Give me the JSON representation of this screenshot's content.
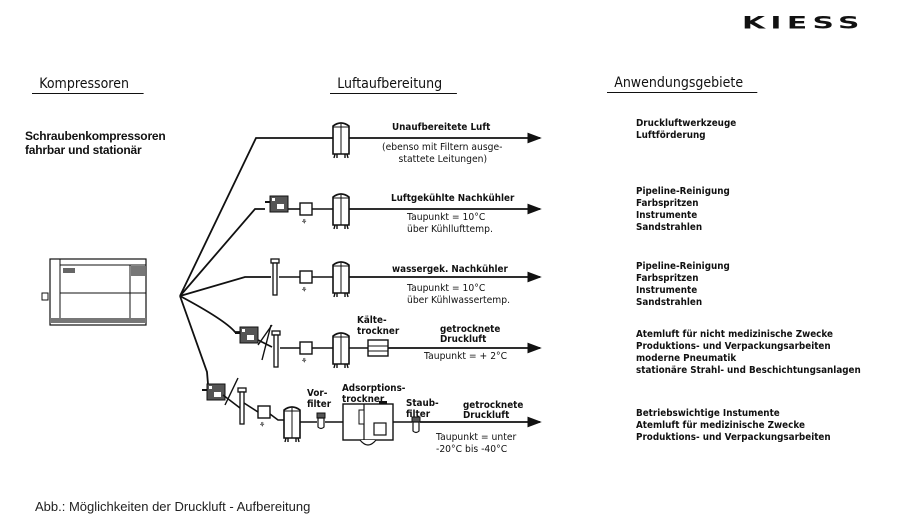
{
  "logo": "KIESS",
  "headings": {
    "compressors": "Kompressoren",
    "air_treatment": "Luftaufbereitung",
    "applications": "Anwendungsgebiete"
  },
  "compressor_subtitle": [
    "Schraubenkompressoren",
    "fahrbar und stationär"
  ],
  "lines": [
    {
      "title": "Unaufbereitete Luft",
      "notes": [
        "(ebenso mit Filtern ausge-",
        "stattete Leitungen)"
      ],
      "applications": [
        "Druckluftwerkzeuge",
        "Luftförderung"
      ]
    },
    {
      "title": "Luftgekühlte Nachkühler",
      "notes": [
        "Taupunkt  =  10°C",
        "über  Kühllufttemp."
      ],
      "applications": [
        "Pipeline-Reinigung",
        "Farbspritzen",
        "Instrumente",
        "Sandstrahlen"
      ]
    },
    {
      "title": "wassergek.  Nachkühler",
      "notes": [
        "Taupunkt  =  10°C",
        "über  Kühlwassertemp."
      ],
      "applications": [
        "Pipeline-Reinigung",
        "Farbspritzen",
        "Instrumente",
        "Sandstrahlen"
      ]
    },
    {
      "title": [
        "getrocknete",
        "Druckluft"
      ],
      "component_label": [
        "Kälte-",
        "trockner"
      ],
      "notes": [
        "Taupunkt  =  +  2°C"
      ],
      "applications": [
        "Atemluft  für  nicht  medizinische  Zwecke",
        "Produktions-  und  Verpackungsarbeiten",
        "moderne  Pneumatik",
        "stationäre  Strahl-  und  Beschichtungsanlagen"
      ]
    },
    {
      "title": [
        "getrocknete",
        "Druckluft"
      ],
      "component_labels": {
        "prefilter": [
          "Vor-",
          "filter"
        ],
        "adsorption_dryer": [
          "Adsorptions-",
          "trockner"
        ],
        "dust_filter": [
          "Staub-",
          "filter"
        ]
      },
      "notes": [
        "Taupunkt  =  unter",
        "-20°C  bis  -40°C"
      ],
      "applications": [
        "Betriebswichtige  Instumente",
        "Atemluft  für  medizinische  Zwecke",
        "Produktions-  und  Verpackungsarbeiten"
      ]
    }
  ],
  "caption": "Abb.: Möglichkeiten der Druckluft - Aufbereitung"
}
